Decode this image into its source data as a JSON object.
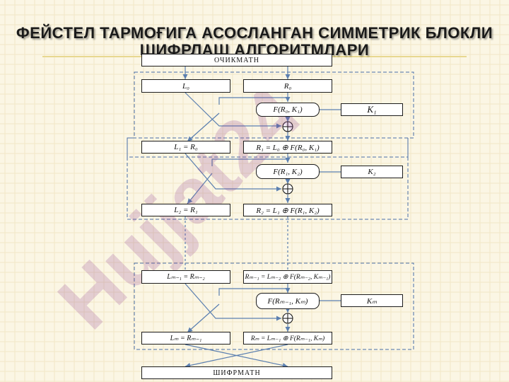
{
  "title": {
    "line1": "ФЕЙСТЕЛ ТАРМОҒИГА АСОСЛАНГАН СИММЕТРИК БЛОКЛИ",
    "line2": "ШИФРЛАШ АЛГОРИТМЛАРИ"
  },
  "watermark": "Hujjat24",
  "diagram": {
    "input_label": "ОЧИКМАТН",
    "output_label": "ШИФРМАТН",
    "round1": {
      "left_in": "L₀",
      "right_in": "R₀",
      "function": "F(R₀, K₁)",
      "key": "K₁"
    },
    "round1_out": {
      "left": "L₁ = R₀",
      "right": "R₁ = L₀ ⊕ F(R₀, K₁)"
    },
    "round2": {
      "function": "F(R₁, K₂)",
      "key": "K₂"
    },
    "round2_out": {
      "left": "L₂ = R₁",
      "right": "R₂ = L₁ ⊕ F(R₁, K₂)"
    },
    "round_m_in": {
      "left": "Lₘ₋₁ = Rₘ₋₂",
      "right": "Rₘ₋₁ = Lₘ₋₂ ⊕ F(Rₘ₋₂, Kₘ₋₁)"
    },
    "round_m": {
      "function": "F(Rₘ₋₁, Kₘ)",
      "key": "Kₘ"
    },
    "round_m_out": {
      "left": "Lₘ = Rₘ₋₁",
      "right": "Rₘ = Lₘ₋₁ ⊕ F(Rₘ₋₁, Kₘ)"
    }
  },
  "colors": {
    "line": "#5b7fb0",
    "dash": "#4a6fa8",
    "text": "#1a1a1a"
  }
}
